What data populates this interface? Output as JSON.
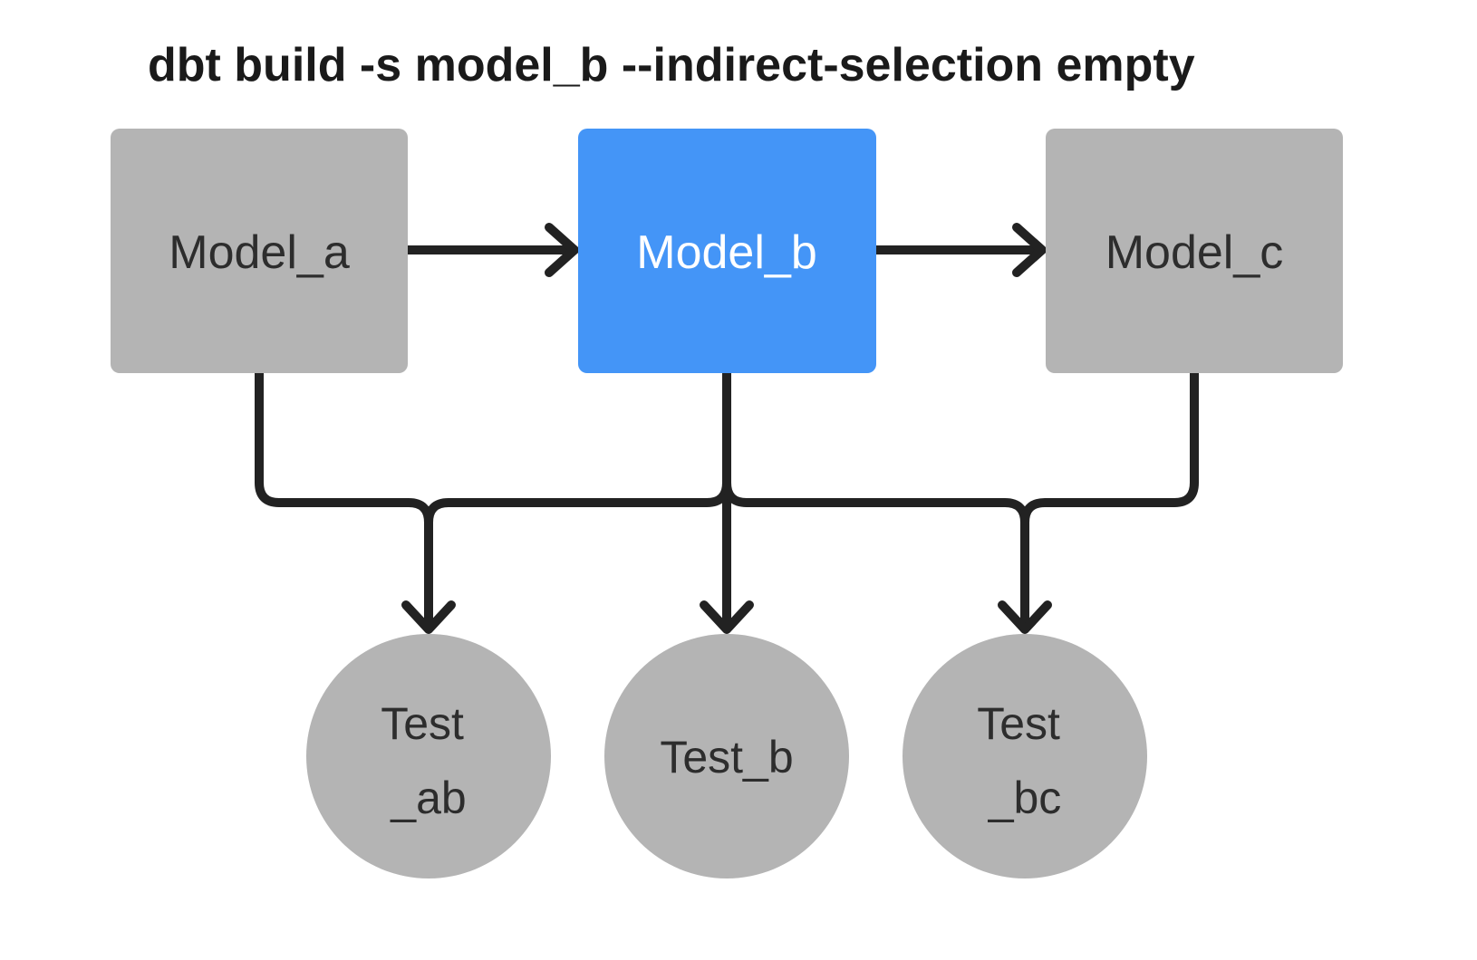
{
  "title": "dbt build -s model_b --indirect-selection empty",
  "colors": {
    "selected_fill": "#4495F7",
    "unselected_fill": "#B4B4B4",
    "edge_stroke": "#222222",
    "node_label": "#2D2D2D",
    "selected_label": "#FFFFFF",
    "title_color": "#1A1A1A",
    "background": "#FFFFFF"
  },
  "models": [
    {
      "id": "model_a",
      "label": "Model_a",
      "selected": false
    },
    {
      "id": "model_b",
      "label": "Model_b",
      "selected": true
    },
    {
      "id": "model_c",
      "label": "Model_c",
      "selected": false
    }
  ],
  "tests": [
    {
      "id": "test_ab",
      "line1": "Test",
      "line2": "_ab"
    },
    {
      "id": "test_b",
      "line1": "Test_b",
      "line2": ""
    },
    {
      "id": "test_bc",
      "line1": "Test",
      "line2": "_bc"
    }
  ],
  "edges": [
    {
      "from": "model_a",
      "to": "model_b"
    },
    {
      "from": "model_b",
      "to": "model_c"
    },
    {
      "from": "model_a",
      "to": "test_ab"
    },
    {
      "from": "model_b",
      "to": "test_ab"
    },
    {
      "from": "model_b",
      "to": "test_b"
    },
    {
      "from": "model_b",
      "to": "test_bc"
    },
    {
      "from": "model_c",
      "to": "test_bc"
    }
  ]
}
